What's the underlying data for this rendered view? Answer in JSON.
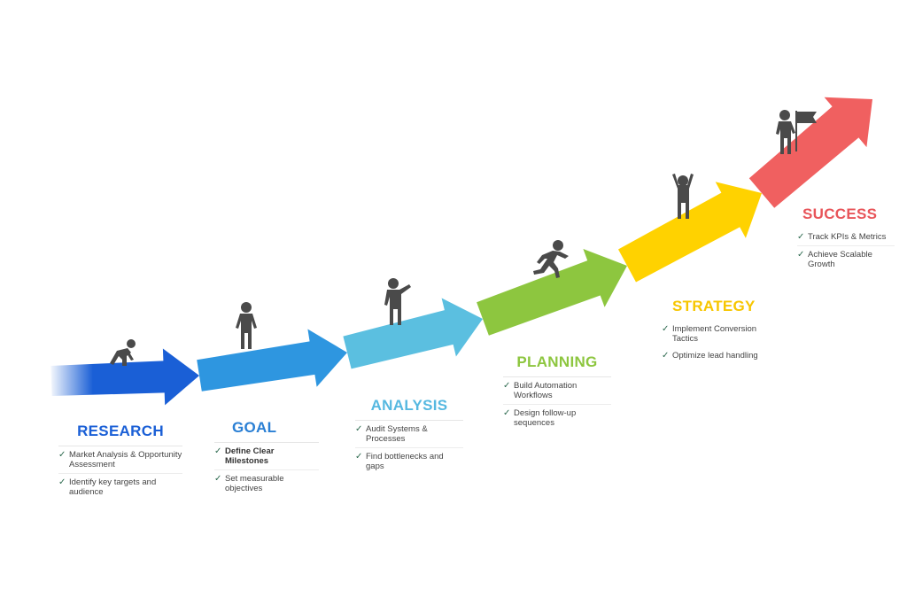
{
  "stages": [
    {
      "title": "RESEARCH",
      "color": "#1a5fd6",
      "items": [
        "Market Analysis & Opportunity Assessment",
        "Identify key targets and audience"
      ]
    },
    {
      "title": "GOAL",
      "color": "#2a7fd4",
      "items": [
        "Define Clear Milestones",
        "Set measurable objectives"
      ]
    },
    {
      "title": "ANALYSIS",
      "color": "#56b8e0",
      "items": [
        "Audit Systems & Processes",
        "Find bottlenecks and gaps"
      ]
    },
    {
      "title": "PLANNING",
      "color": "#8dc63f",
      "items": [
        "Build Automation Workflows",
        "Design follow-up sequences"
      ]
    },
    {
      "title": "STRATEGY",
      "color": "#f7c600",
      "items": [
        "Implement Conversion Tactics",
        "Optimize lead handling"
      ]
    },
    {
      "title": "SUCCESS",
      "color": "#e8555a",
      "items": [
        "Track KPIs & Metrics",
        "Achieve Scalable Growth"
      ]
    }
  ],
  "check_mark": "✓",
  "arrow_colors": [
    "#1a5fd6",
    "#2e96e0",
    "#5bbfe0",
    "#8dc63f",
    "#ffd200",
    "#f06060"
  ]
}
